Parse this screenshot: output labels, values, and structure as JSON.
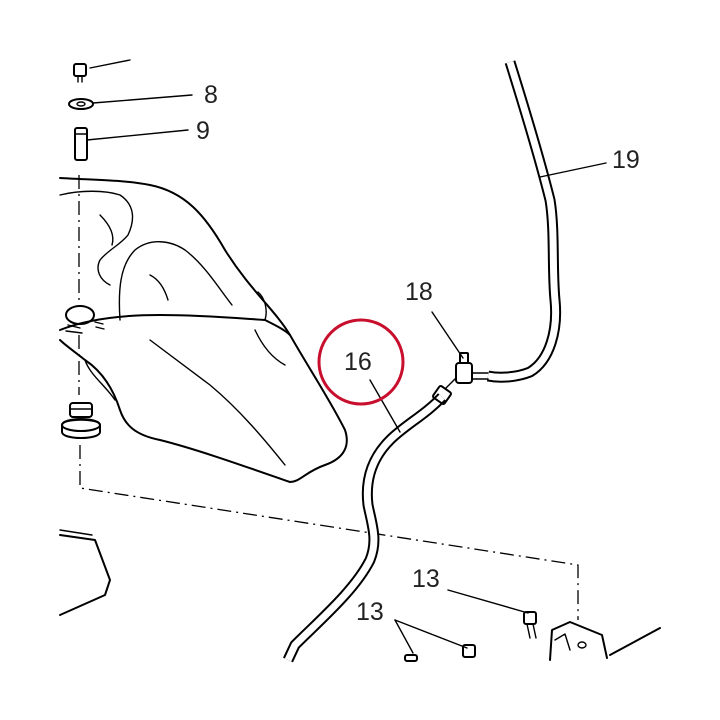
{
  "callouts": {
    "c8": "8",
    "c9": "9",
    "c13a": "13",
    "c13b": "13",
    "c16": "16",
    "c18": "18",
    "c19": "19"
  },
  "highlight": {
    "part": "16",
    "color": "#c8102e"
  },
  "line_color": "#000000"
}
